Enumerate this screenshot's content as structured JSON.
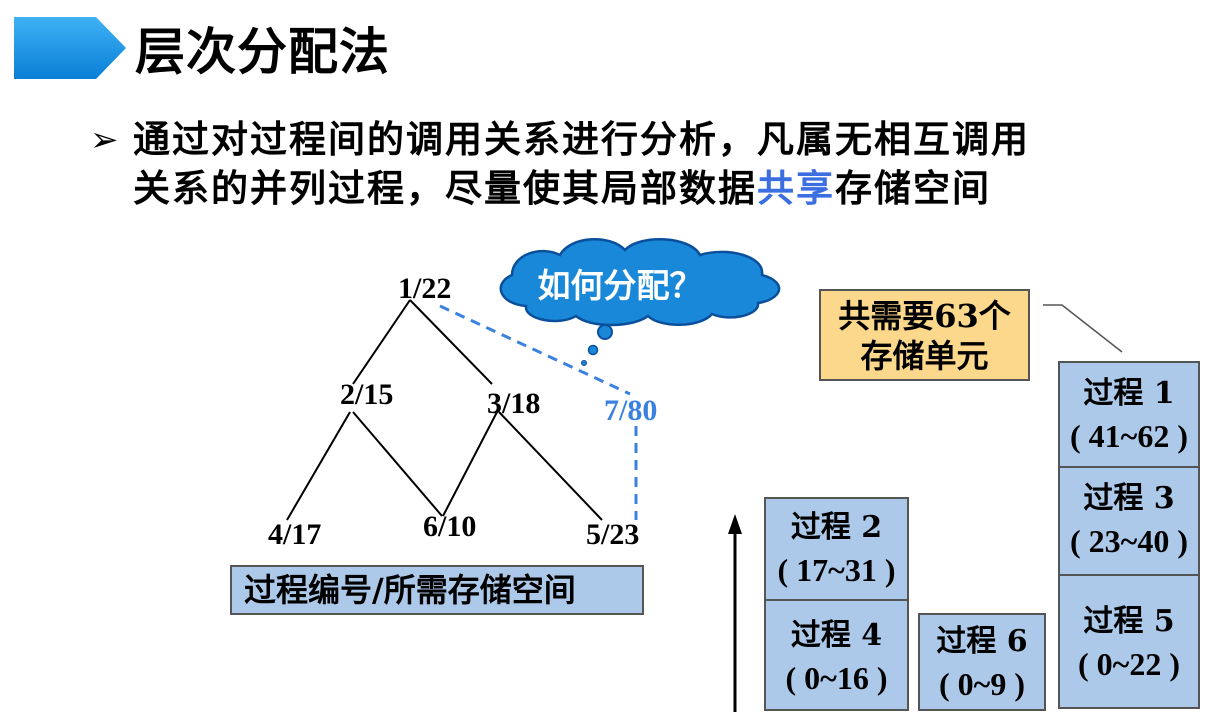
{
  "title": "层次分配法",
  "bullet": {
    "line1": "通过对过程间的调用关系进行分析，凡属无相互调用",
    "line2_pre": "关系的并列过程，尽量使其局部数据",
    "line2_highlight": "共享",
    "line2_post": "存储空间"
  },
  "colors": {
    "title_arrow": "#0f8fe6",
    "highlight": "#3b6ee0",
    "block_fill": "#adc9ea",
    "note_fill": "#fbd88b",
    "cloud_fill": "#1a88d8"
  },
  "tree": {
    "nodes": [
      {
        "id": "p1",
        "label": "1/22"
      },
      {
        "id": "p2",
        "label": "2/15"
      },
      {
        "id": "p3",
        "label": "3/18"
      },
      {
        "id": "p7",
        "label": "7/80"
      },
      {
        "id": "p4",
        "label": "4/17"
      },
      {
        "id": "p6",
        "label": "6/10"
      },
      {
        "id": "p5",
        "label": "5/23"
      }
    ],
    "legend": "过程编号/所需存储空间"
  },
  "cloud": {
    "text": "如何分配？"
  },
  "note": {
    "line1": "共需要63个",
    "line2": "存储单元"
  },
  "blocks": [
    {
      "id": "b1",
      "name": "过程 1",
      "range": "( 41~62 )"
    },
    {
      "id": "b3",
      "name": "过程 3",
      "range": "( 23~40 )"
    },
    {
      "id": "b5",
      "name": "过程 5",
      "range": "( 0~22 )"
    },
    {
      "id": "b2",
      "name": "过程 2",
      "range": "( 17~31 )"
    },
    {
      "id": "b4",
      "name": "过程 4",
      "range": "( 0~16 )"
    },
    {
      "id": "b6",
      "name": "过程 6",
      "range": "( 0~9 )"
    }
  ]
}
